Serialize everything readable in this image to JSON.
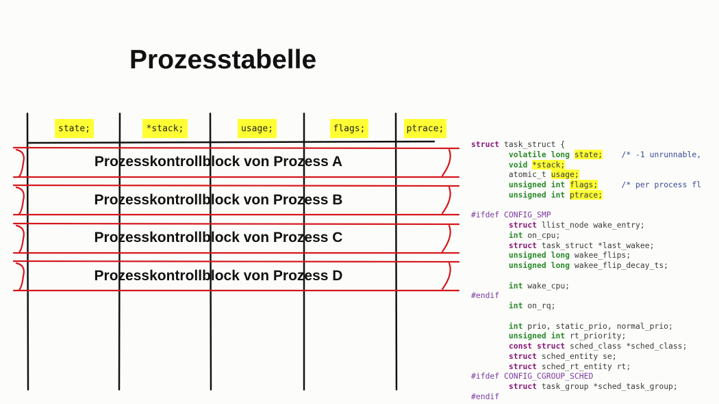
{
  "title": "Prozesstabelle",
  "columns": [
    "state;",
    "*stack;",
    "usage;",
    "flags;",
    "ptrace;"
  ],
  "rows": [
    "Prozesskontrollblock von Prozess A",
    "Prozesskontrollblock von Prozess B",
    "Prozesskontrollblock von Prozess C",
    "Prozesskontrollblock von Prozess D"
  ],
  "colors": {
    "highlight": "#ffff33",
    "row_outline": "#d4161b",
    "grid_line": "#111111"
  },
  "code_lines": [
    [
      {
        "t": "struct",
        "c": "st"
      },
      {
        "t": " task_struct {"
      }
    ],
    [
      {
        "t": "        "
      },
      {
        "t": "volatile long",
        "c": "kw"
      },
      {
        "t": " "
      },
      {
        "t": "state;",
        "c": "hl"
      },
      {
        "t": "    "
      },
      {
        "t": "/* -1 unrunnable,",
        "c": "cm"
      }
    ],
    [
      {
        "t": "        "
      },
      {
        "t": "void",
        "c": "kw"
      },
      {
        "t": " "
      },
      {
        "t": "*stack;",
        "c": "hl"
      }
    ],
    [
      {
        "t": "        atomic_t "
      },
      {
        "t": "usage;",
        "c": "hl"
      }
    ],
    [
      {
        "t": "        "
      },
      {
        "t": "unsigned int",
        "c": "kw"
      },
      {
        "t": " "
      },
      {
        "t": "flags;",
        "c": "hl"
      },
      {
        "t": "     "
      },
      {
        "t": "/* per process fl",
        "c": "cm"
      }
    ],
    [
      {
        "t": "        "
      },
      {
        "t": "unsigned int",
        "c": "kw"
      },
      {
        "t": " "
      },
      {
        "t": "ptrace;",
        "c": "hl"
      }
    ],
    [
      {
        "t": ""
      }
    ],
    [
      {
        "t": "#ifdef CONFIG_SMP",
        "c": "pp"
      }
    ],
    [
      {
        "t": "        "
      },
      {
        "t": "struct",
        "c": "st"
      },
      {
        "t": " llist_node wake_entry;"
      }
    ],
    [
      {
        "t": "        "
      },
      {
        "t": "int",
        "c": "kw"
      },
      {
        "t": " on_cpu;"
      }
    ],
    [
      {
        "t": "        "
      },
      {
        "t": "struct",
        "c": "st"
      },
      {
        "t": " task_struct *last_wakee;"
      }
    ],
    [
      {
        "t": "        "
      },
      {
        "t": "unsigned long",
        "c": "kw"
      },
      {
        "t": " wakee_flips;"
      }
    ],
    [
      {
        "t": "        "
      },
      {
        "t": "unsigned long",
        "c": "kw"
      },
      {
        "t": " wakee_flip_decay_ts;"
      }
    ],
    [
      {
        "t": ""
      }
    ],
    [
      {
        "t": "        "
      },
      {
        "t": "int",
        "c": "kw"
      },
      {
        "t": " wake_cpu;"
      }
    ],
    [
      {
        "t": "#endif",
        "c": "pp"
      }
    ],
    [
      {
        "t": "        "
      },
      {
        "t": "int",
        "c": "kw"
      },
      {
        "t": " on_rq;"
      }
    ],
    [
      {
        "t": ""
      }
    ],
    [
      {
        "t": "        "
      },
      {
        "t": "int",
        "c": "kw"
      },
      {
        "t": " prio, static_prio, normal_prio;"
      }
    ],
    [
      {
        "t": "        "
      },
      {
        "t": "unsigned int",
        "c": "kw"
      },
      {
        "t": " rt_priority;"
      }
    ],
    [
      {
        "t": "        "
      },
      {
        "t": "const struct",
        "c": "st"
      },
      {
        "t": " sched_class *sched_class;"
      }
    ],
    [
      {
        "t": "        "
      },
      {
        "t": "struct",
        "c": "st"
      },
      {
        "t": " sched_entity se;"
      }
    ],
    [
      {
        "t": "        "
      },
      {
        "t": "struct",
        "c": "st"
      },
      {
        "t": " sched_rt_entity rt;"
      }
    ],
    [
      {
        "t": "#ifdef CONFIG_CGROUP_SCHED",
        "c": "pp"
      }
    ],
    [
      {
        "t": "        "
      },
      {
        "t": "struct",
        "c": "st"
      },
      {
        "t": " task_group *sched_task_group;"
      }
    ],
    [
      {
        "t": "#endif",
        "c": "pp"
      }
    ]
  ]
}
